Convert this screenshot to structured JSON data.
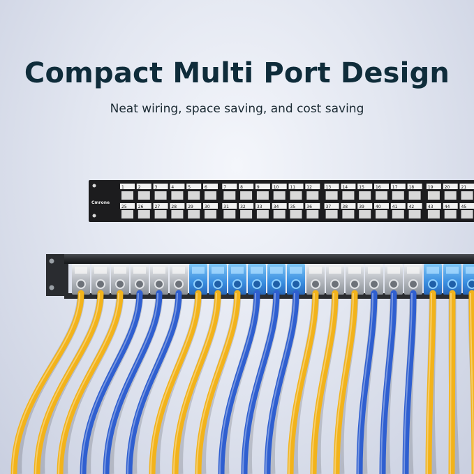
{
  "headline": "Compact Multi Port Design",
  "subheadline": "Neat wiring, space saving, and cost saving",
  "brand": "Cmrone",
  "panel": {
    "top_row_ports": [
      "1",
      "2",
      "3",
      "4",
      "5",
      "6",
      "7",
      "8",
      "9",
      "10",
      "11",
      "12",
      "13",
      "14",
      "15",
      "16",
      "17",
      "18",
      "19",
      "20",
      "21"
    ],
    "bottom_row_ports": [
      "25",
      "26",
      "27",
      "28",
      "29",
      "30",
      "31",
      "32",
      "33",
      "34",
      "35",
      "36",
      "37",
      "38",
      "39",
      "40",
      "41",
      "42",
      "43",
      "44",
      "45"
    ]
  },
  "colors": {
    "title": "#0f2c3a",
    "panel": "#1c1c1e",
    "cable_yellow": "#f2b31b",
    "cable_blue": "#2f5fd0",
    "boot_blue": "#3a8ee0",
    "metal": "#c4c7cc"
  },
  "cables": [
    "yellow",
    "yellow",
    "yellow",
    "blue",
    "blue",
    "blue",
    "yellow",
    "yellow",
    "yellow",
    "blue",
    "blue",
    "blue",
    "yellow",
    "yellow",
    "yellow",
    "blue",
    "blue",
    "blue",
    "yellow",
    "yellow",
    "yellow"
  ],
  "keystone_modules": [
    "metal",
    "metal",
    "metal",
    "metal",
    "metal",
    "metal",
    "blue",
    "blue",
    "blue",
    "blue",
    "blue",
    "blue",
    "metal",
    "metal",
    "metal",
    "metal",
    "metal",
    "metal",
    "blue",
    "blue",
    "blue"
  ]
}
